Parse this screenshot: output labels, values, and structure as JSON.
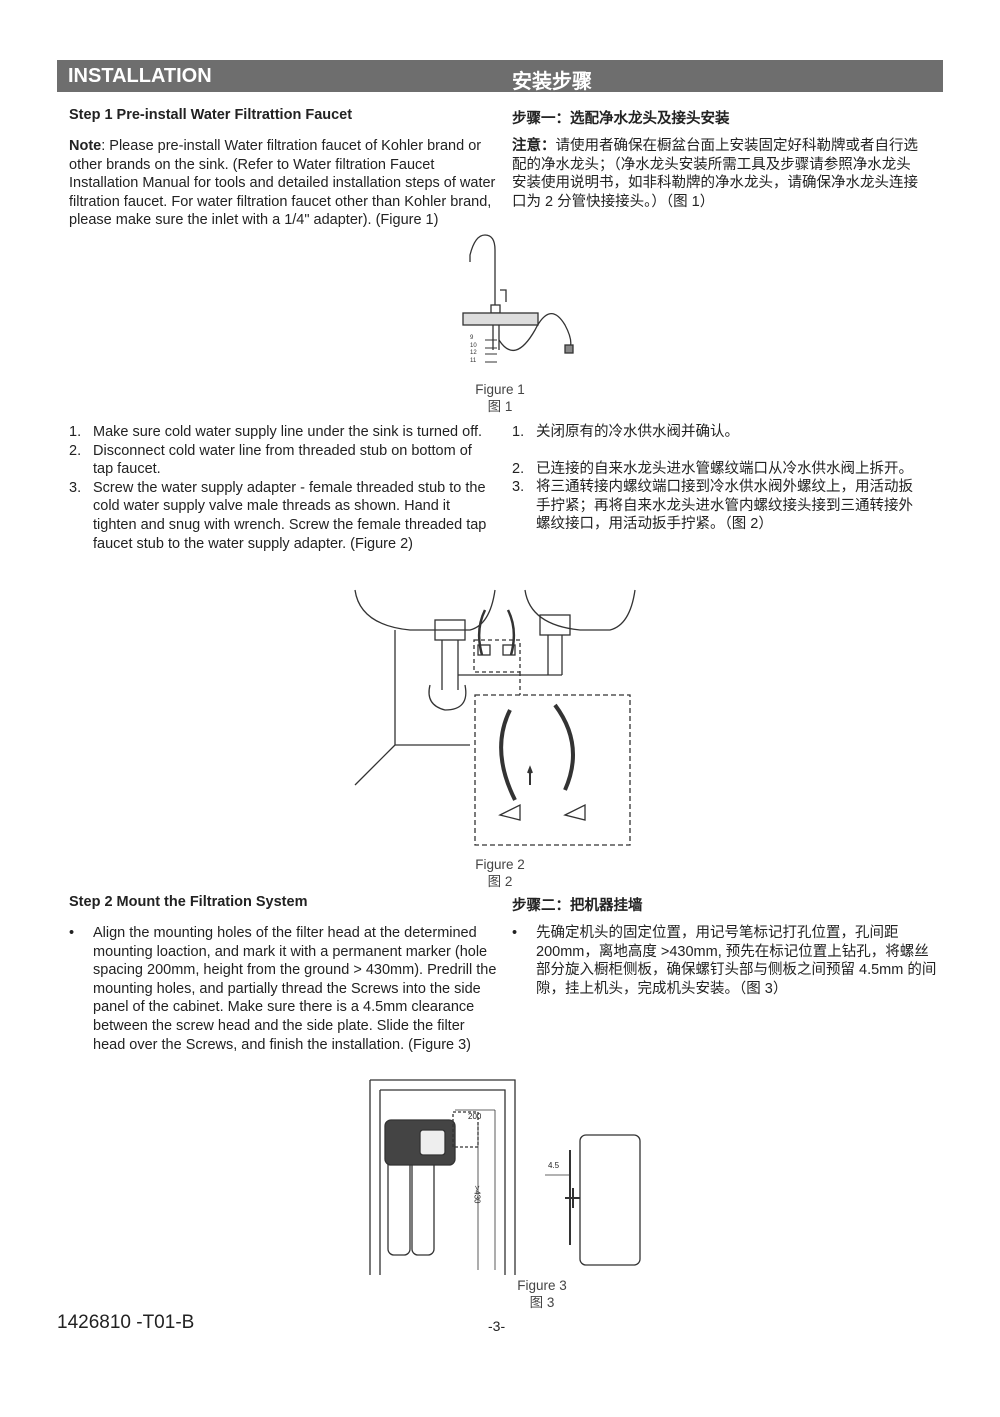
{
  "header": {
    "left": "INSTALLATION",
    "right": "安装步骤"
  },
  "step1": {
    "heading_en": "Step 1   Pre-install Water Filtrattion Faucet",
    "heading_zh": "步骤一：选配净水龙头及接头安装",
    "note_label_en": "Note",
    "note_en": ": Please pre-install Water filtration faucet of Kohler brand or other brands on the sink. (Refer to Water filtration Faucet Installation Manual for tools and detailed installation steps of water filtration faucet. For water filtration faucet other than Kohler brand, please make sure the inlet  with a 1/4\" adapter). (Figure 1)",
    "note_label_zh": "注意：",
    "note_zh": "请使用者确保在橱盆台面上安装固定好科勒牌或者自行选配的净水龙头；（净水龙头安装所需工具及步骤请参照净水龙头安装使用说明书，如非科勒牌的净水龙头，请确保净水龙头连接口为 2 分管快接接头。）（图 1）",
    "figure1": {
      "caption_en": "Figure 1",
      "caption_zh": "图 1",
      "callouts": [
        "9",
        "10",
        "12",
        "11"
      ]
    },
    "list_en": [
      {
        "n": "1.",
        "text": "Make sure cold water supply line under the sink is turned off."
      },
      {
        "n": "2.",
        "text": "Disconnect cold water line from threaded stub on bottom of tap faucet."
      },
      {
        "n": "3.",
        "text": "Screw the water supply adapter - female threaded stub to the cold water supply valve male threads as shown. Hand it tighten and snug with wrench. Screw the female threaded tap faucet stub to the water supply adapter. (Figure 2)"
      }
    ],
    "list_zh": [
      {
        "n": "1.",
        "text": "关闭原有的冷水供水阀并确认。"
      },
      {
        "n": "2.",
        "text": "已连接的自来水龙头进水管螺纹端口从冷水供水阀上拆开。"
      },
      {
        "n": "3.",
        "text": "将三通转接内螺纹端口接到冷水供水阀外螺纹上，用活动扳手拧紧；再将自来水龙头进水管内螺纹接头接到三通转接外螺纹接口，用活动扳手拧紧。（图 2）"
      }
    ],
    "figure2": {
      "caption_en": "Figure 2",
      "caption_zh": "图 2"
    }
  },
  "step2": {
    "heading_en": "Step 2   Mount the Filtration System",
    "heading_zh": "步骤二：把机器挂墙",
    "bullet_en": "Align the mounting holes of the filter head at the determined mounting loaction, and mark it with a permanent marker (hole spacing 200mm, height from the ground > 430mm). Predrill the mounting holes, and partially thread the Screws into the side panel of the cabinet. Make sure there is a 4.5mm clearance between the screw head and the side plate. Slide the filter head over the Screws, and finish the installation. (Figure 3)",
    "bullet_zh": "先确定机头的固定位置，用记号笔标记打孔位置，孔间距 200mm，离地高度 >430mm, 预先在标记位置上钻孔，将螺丝部分旋入橱柜侧板，确保螺钉头部与侧板之间预留 4.5mm 的间隙，挂上机头，完成机头安装。（图 3）",
    "figure3": {
      "caption_en": "Figure 3",
      "caption_zh": "图 3",
      "dim_spacing": "200",
      "dim_height": ">430",
      "dim_clearance": "4.5"
    }
  },
  "footer": {
    "doc_number": "1426810 -T01-B",
    "page": "-3-"
  }
}
